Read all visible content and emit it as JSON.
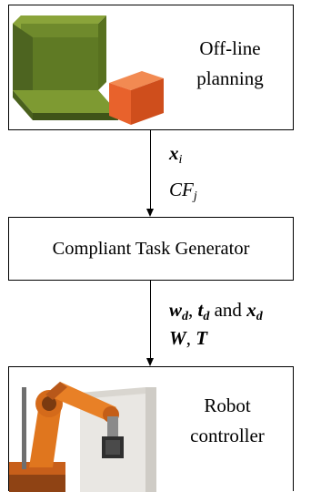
{
  "offline_box": {
    "label": "Off-line\nplanning",
    "colors": {
      "l_block": "#6f8a2c",
      "l_block_dark": "#4d6420",
      "cube": "#e8622c",
      "cube_dark": "#b94218"
    }
  },
  "arrow1": {
    "x_var": "x",
    "x_sub": "i",
    "cf_var": "CF",
    "cf_sub": "j"
  },
  "ctg_box": {
    "label": "Compliant Task Generator"
  },
  "arrow2": {
    "w_var": "w",
    "w_sub": "d",
    "sep1": ",",
    "t_var": "t",
    "t_sub": "d",
    "and_word": "and",
    "x_var": "x",
    "x_sub": "d",
    "W_var": "W",
    "sep2": ",",
    "T_var": "T"
  },
  "robot_box": {
    "label": "Robot\ncontroller",
    "colors": {
      "robot": "#e0761e",
      "robot_dark": "#a3501a",
      "wall": "#e8e6e2",
      "tool": "#2f2f2f"
    }
  }
}
